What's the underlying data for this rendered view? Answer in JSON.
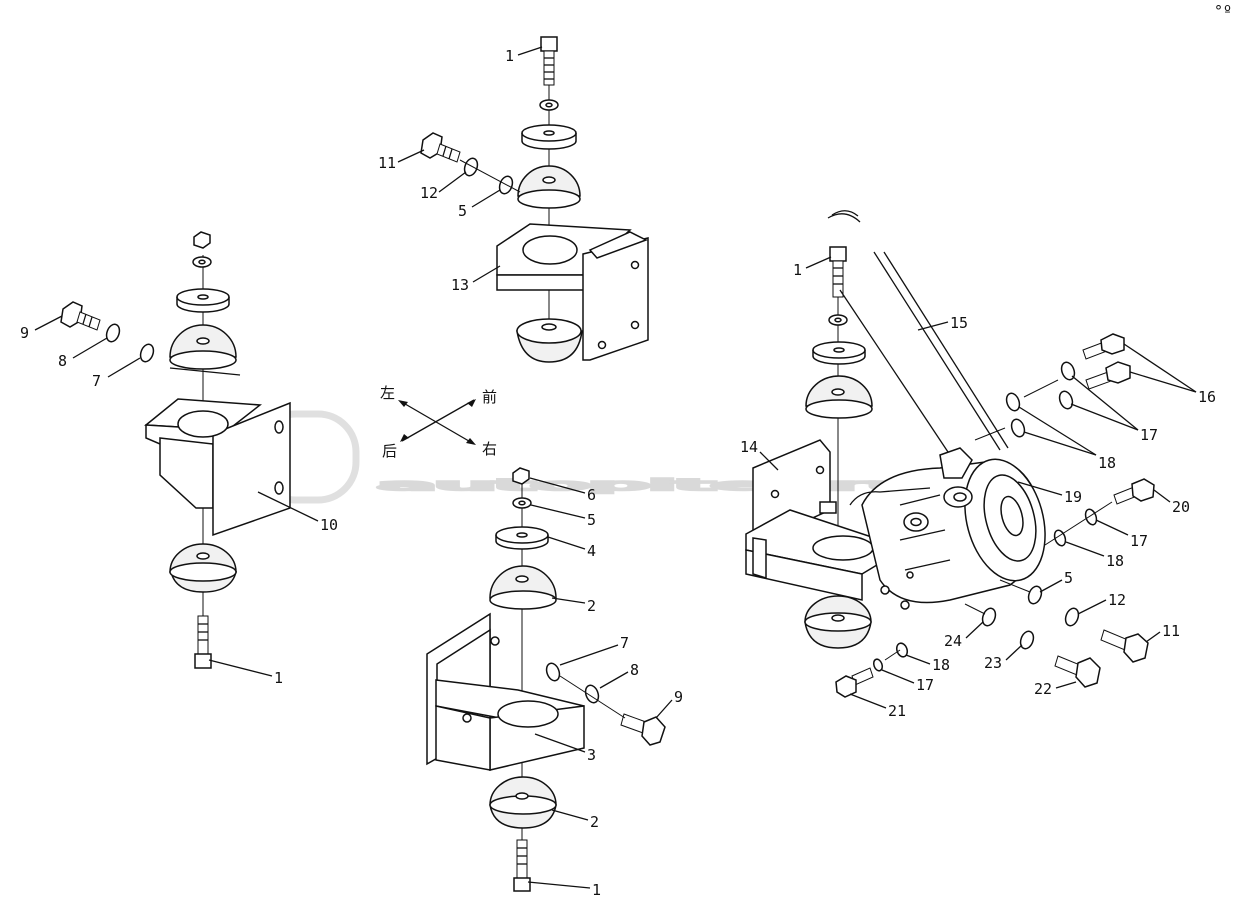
{
  "diagram": {
    "corner_mark": "°º ooo",
    "direction_labels": {
      "left": "左",
      "front": "前",
      "rear": "后",
      "right": "右"
    },
    "watermark": {
      "logo": "a>",
      "text": "autopiter.ru"
    },
    "callouts": [
      {
        "id": "c1",
        "label": "1"
      },
      {
        "id": "c2",
        "label": "11"
      },
      {
        "id": "c3",
        "label": "12"
      },
      {
        "id": "c4",
        "label": "5"
      },
      {
        "id": "c5",
        "label": "13"
      },
      {
        "id": "c6",
        "label": "9"
      },
      {
        "id": "c7",
        "label": "8"
      },
      {
        "id": "c8",
        "label": "7"
      },
      {
        "id": "c9",
        "label": "10"
      },
      {
        "id": "c10",
        "label": "1"
      },
      {
        "id": "c11",
        "label": "6"
      },
      {
        "id": "c12",
        "label": "5"
      },
      {
        "id": "c13",
        "label": "4"
      },
      {
        "id": "c14",
        "label": "2"
      },
      {
        "id": "c15",
        "label": "7"
      },
      {
        "id": "c16",
        "label": "8"
      },
      {
        "id": "c17",
        "label": "9"
      },
      {
        "id": "c18",
        "label": "3"
      },
      {
        "id": "c19",
        "label": "2"
      },
      {
        "id": "c20",
        "label": "1"
      },
      {
        "id": "c21",
        "label": "1"
      },
      {
        "id": "c22",
        "label": "15"
      },
      {
        "id": "c23",
        "label": "16"
      },
      {
        "id": "c24",
        "label": "17"
      },
      {
        "id": "c25",
        "label": "18"
      },
      {
        "id": "c26",
        "label": "14"
      },
      {
        "id": "c27",
        "label": "19"
      },
      {
        "id": "c28",
        "label": "20"
      },
      {
        "id": "c29",
        "label": "17"
      },
      {
        "id": "c30",
        "label": "18"
      },
      {
        "id": "c31",
        "label": "5"
      },
      {
        "id": "c32",
        "label": "12"
      },
      {
        "id": "c33",
        "label": "11"
      },
      {
        "id": "c34",
        "label": "24"
      },
      {
        "id": "c35",
        "label": "23"
      },
      {
        "id": "c36",
        "label": "22"
      },
      {
        "id": "c37",
        "label": "18"
      },
      {
        "id": "c38",
        "label": "17"
      },
      {
        "id": "c39",
        "label": "21"
      }
    ]
  }
}
